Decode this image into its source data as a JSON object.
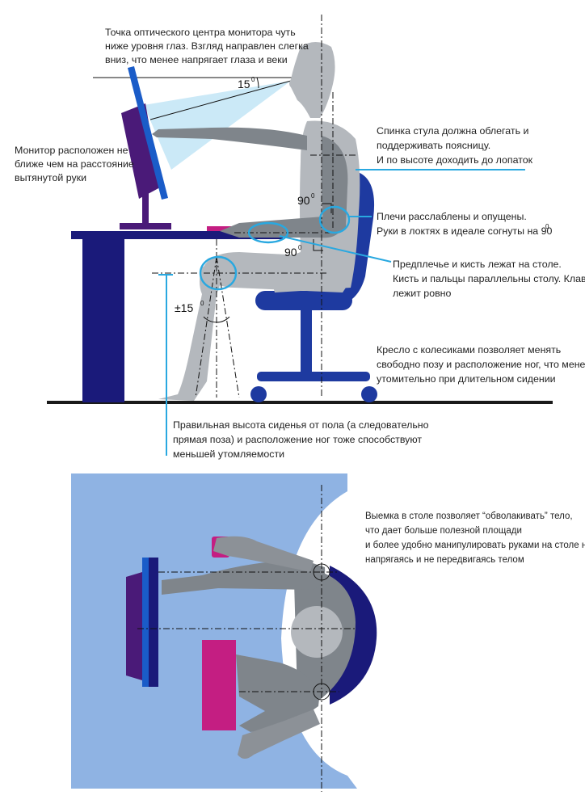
{
  "colors": {
    "accent": "#29a8e0",
    "desk": "#1a1a7a",
    "chair": "#1e3aa0",
    "monitor_screen": "#1a5cc8",
    "monitor_body": "#4a1a78",
    "body": "#b4b8bd",
    "body_dark": "#8c9197",
    "arm_top": "#7f858b",
    "keyboard": "#c41e82",
    "table_top": "#8fb3e3",
    "floor": "#1a1a1a"
  },
  "angles": {
    "eye": "15",
    "shoulder": "90",
    "elbow": "90",
    "knee": "±15",
    "degree": "0"
  },
  "notes": {
    "eye_level": [
      "Точка оптического центра монитора чуть",
      "ниже уровня глаз. Взгляд направлен слегка",
      "вниз, что менее напрягает глаза и веки"
    ],
    "monitor_distance": [
      "Монитор расположен не",
      "ближе чем на расстояние",
      "вытянутой руки"
    ],
    "chair_back": [
      "Спинка стула должна облегать и",
      "поддерживать поясницу.",
      "И по высоте доходить до лопаток"
    ],
    "shoulders": [
      "Плечи расслаблены и опущены.",
      "Руки в локтях в идеале согнуты на 90"
    ],
    "forearm": [
      "Предплечье и кисть лежат на столе.",
      "Кисть и пальцы параллельны столу. Клавиатура",
      "лежит ровно"
    ],
    "wheels": [
      "Кресло с колесиками позволяет менять",
      "свободно позу и расположение ног, что менее",
      "утомительно при длительном сидении"
    ],
    "seat_height": [
      "Правильная высота сиденья от пола (а следовательно",
      "прямая поза) и расположение ног тоже способствуют",
      "меньшей утомляемости"
    ],
    "desk_cutout": [
      "Выемка в столе позволяет “обволакивать” тело,",
      "что дает больше полезной площади",
      "и более удобно манипулировать руками на столе  не",
      "напрягаясь и не передвигаясь телом"
    ]
  }
}
